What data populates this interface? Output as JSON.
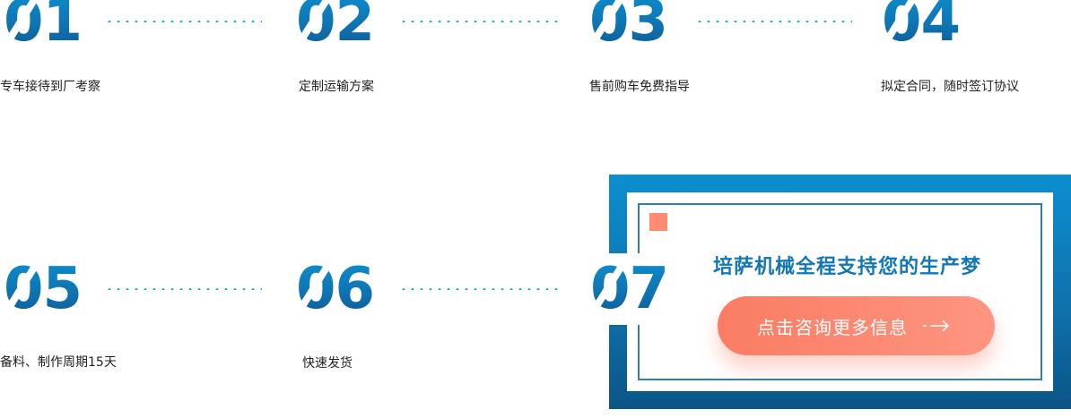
{
  "steps": [
    {
      "num": "01",
      "label": "专车接待到厂考察"
    },
    {
      "num": "02",
      "label": "定制运输方案"
    },
    {
      "num": "03",
      "label": "售前购车免费指导"
    },
    {
      "num": "04",
      "label": "拟定合同，随时签订协议"
    },
    {
      "num": "05",
      "label": "备料、制作周期15天"
    },
    {
      "num": "06",
      "label": "快速发货"
    },
    {
      "num": "07",
      "label": ""
    }
  ],
  "cta": {
    "title": "培萨机械全程支持您的生产梦",
    "button_label": "点击咨询更多信息",
    "button_icon": "arrow-right-icon"
  },
  "colors": {
    "accent_blue": "#0f74b2",
    "dots": "#1aa7de",
    "cta_orange": "#fa7c63",
    "square": "#fb8c73"
  }
}
